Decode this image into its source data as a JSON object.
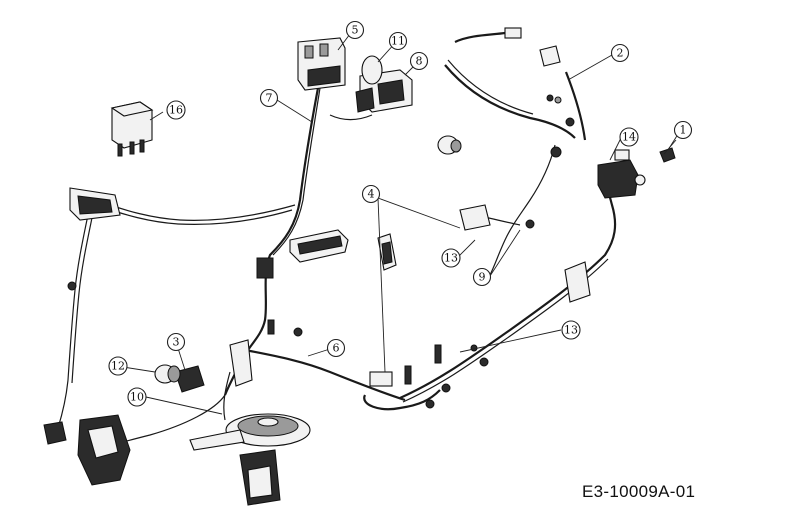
{
  "drawing_code": "E3-10009A-01",
  "callouts": [
    "1",
    "2",
    "3",
    "4",
    "5",
    "6",
    "7",
    "8",
    "9",
    "10",
    "11",
    "12",
    "13",
    "13",
    "14",
    "16"
  ]
}
